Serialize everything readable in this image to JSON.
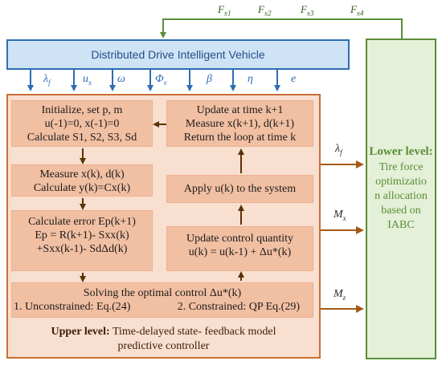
{
  "vehicle_label": "Distributed Drive Intelligent Vehicle",
  "top_signals": [
    "F",
    "F",
    "F",
    "F"
  ],
  "top_signal_subs": [
    "x1",
    "x2",
    "x3",
    "x4"
  ],
  "input_signals": [
    "λ",
    "u",
    "ω",
    "Φ",
    "β",
    "η",
    "e"
  ],
  "input_signal_subs": [
    "f",
    "x",
    "",
    "v",
    "",
    "",
    ""
  ],
  "blocks": {
    "initialize": {
      "line1": "Initialize, set p, m",
      "line2": "u(-1)=0, x(-1)=0",
      "line3": "Calculate S1, S2, S3, Sd"
    },
    "measure": {
      "line1": "Measure x(k), d(k)",
      "line2": "Calculate y(k)=Cx(k)"
    },
    "error": {
      "line1": "Calculate error Ep(k+1)",
      "line2": "Ep = R(k+1)- Sxx(k)",
      "line3": "+Sxx(k-1)- SdΔd(k)"
    },
    "update_time": {
      "line1": "Update at time k+1",
      "line2": "Measure x(k+1), d(k+1)",
      "line3": "Return the loop at time k"
    },
    "apply": {
      "line1": "Apply u(k) to the system"
    },
    "update_control": {
      "line1": "Update control quantity",
      "line2": "u(k) = u(k-1) + Δu*(k)"
    },
    "solve": {
      "line1": "Solving the optimal control Δu*(k)",
      "line2_left": "1. Unconstrained: Eq.(24)",
      "line2_right": "2. Constrained: QP Eq.(29)"
    }
  },
  "upper_level": {
    "bold": "Upper level:",
    "text1": " Time-delayed state- feedback model",
    "text2": "predictive controller"
  },
  "outputs": [
    "λ",
    "M",
    "M"
  ],
  "output_subs": [
    "f",
    "x",
    "z"
  ],
  "lower_level": {
    "bold": "Lower level:",
    "lines": [
      "Tire force",
      "optimizatio",
      "n allocation",
      "based on",
      "IABC"
    ]
  },
  "colors": {
    "vehicle_fill": "#cfe3f6",
    "vehicle_border": "#2e6db3",
    "controller_fill": "#f8dfcf",
    "controller_border": "#c96f33",
    "block_fill": "#f1bfa2",
    "lower_fill": "#e4f0d8",
    "lower_border": "#5b8d39",
    "brown_arrow": "#a15a16"
  }
}
